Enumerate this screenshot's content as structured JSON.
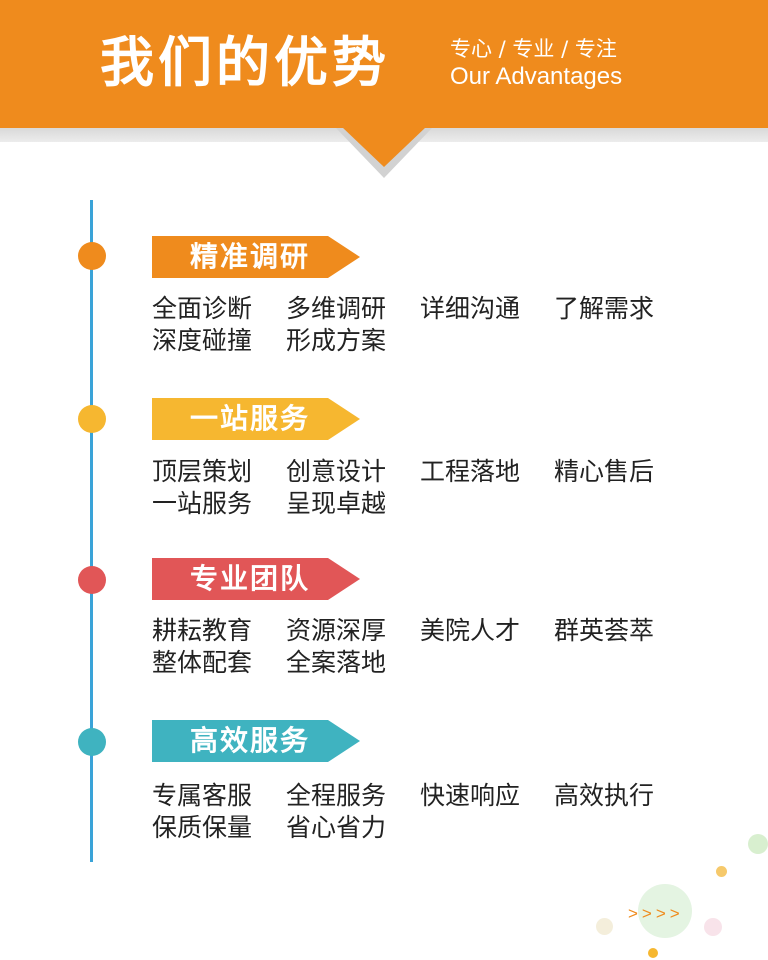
{
  "header": {
    "title": "我们的优势",
    "subtitle_cn": "专心 / 专业 / 专注",
    "subtitle_en": "Our Advantages",
    "background_color": "#ef8b1d"
  },
  "timeline_color": "#3aa3d8",
  "sections": [
    {
      "title": "精准调研",
      "color": "#ef8b1d",
      "items": [
        "全面诊断",
        "多维调研",
        "详细沟通",
        "了解需求",
        "深度碰撞",
        "形成方案"
      ]
    },
    {
      "title": "一站服务",
      "color": "#f6b730",
      "items": [
        "顶层策划",
        "创意设计",
        "工程落地",
        "精心售后",
        "一站服务",
        "呈现卓越"
      ]
    },
    {
      "title": "专业团队",
      "color": "#e15657",
      "items": [
        "耕耘教育",
        "资源深厚",
        "美院人才",
        "群英荟萃",
        "整体配套",
        "全案落地"
      ]
    },
    {
      "title": "高效服务",
      "color": "#3fb3c0",
      "items": [
        "专属客服",
        "全程服务",
        "快速响应",
        "高效执行",
        "保质保量",
        "省心省力"
      ]
    }
  ],
  "decoration": {
    "arrows": ">>>>",
    "icon": "decorative-dots"
  }
}
